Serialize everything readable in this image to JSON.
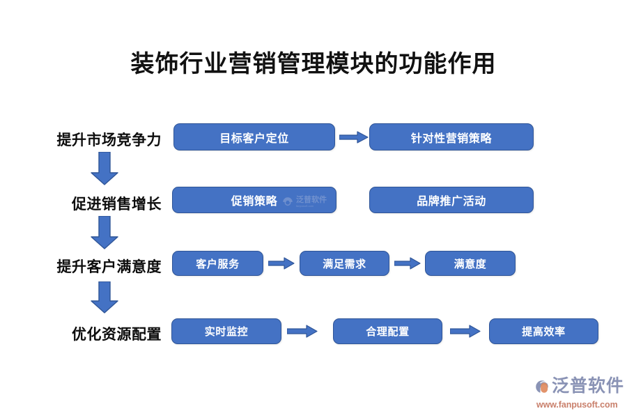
{
  "title": "装饰行业营销管理模块的功能作用",
  "colors": {
    "box_fill": "#4472C4",
    "box_border": "#2F5597",
    "box_text": "#FFFFFF",
    "arrow": "#4472C4",
    "arrow_border": "#2F5597",
    "label_text": "#0D0D0D",
    "title_text": "#111111",
    "background": "#FFFFFF",
    "logo_name": "#8A93B5",
    "logo_url": "#C9806C"
  },
  "diagram": {
    "type": "flow",
    "rows": [
      {
        "label": "提升市场竞争力",
        "nodes": [
          "目标客户定位",
          "针对性营销策略"
        ],
        "connectors": [
          "arrow-right"
        ]
      },
      {
        "label": "促进销售增长",
        "nodes": [
          "促销策略",
          "品牌推广活动"
        ],
        "connectors": []
      },
      {
        "label": "提升客户满意度",
        "nodes": [
          "客户服务",
          "满足需求",
          "满意度"
        ],
        "connectors": [
          "arrow-right",
          "arrow-right"
        ]
      },
      {
        "label": "优化资源配置",
        "nodes": [
          "实时监控",
          "合理配置",
          "提高效率"
        ],
        "connectors": [
          "arrow-right",
          "arrow-right"
        ]
      }
    ],
    "vertical_connectors": [
      "arrow-down",
      "arrow-down",
      "arrow-down"
    ]
  },
  "watermark": {
    "name": "泛普软件",
    "url": "fanpusoft.com"
  },
  "logo": {
    "name": "泛普软件",
    "url": "www.fanpusoft.com"
  }
}
